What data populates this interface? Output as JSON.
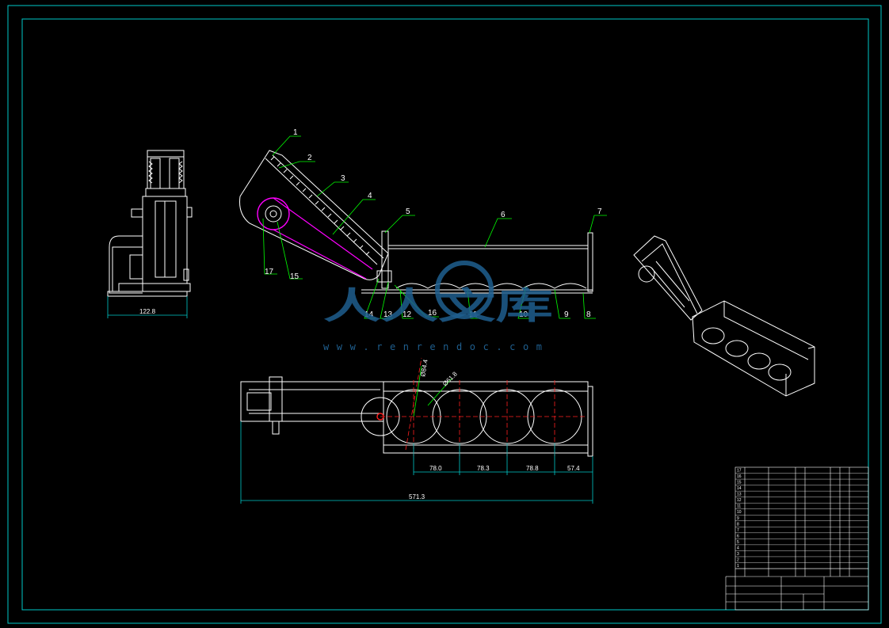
{
  "drawing": {
    "colors": {
      "background": "#000000",
      "frame": "#00c8c8",
      "line": "#ffffff",
      "leader": "#00ff00",
      "center": "#ff2020",
      "highlight": "#ff00ff",
      "watermark": "#1f5f8f"
    },
    "part_numbers": [
      "1",
      "2",
      "3",
      "4",
      "5",
      "6",
      "7",
      "8",
      "9",
      "10",
      "11",
      "12",
      "13",
      "14",
      "15",
      "16",
      "17"
    ],
    "dimensions": {
      "side_width": "122.8",
      "pitch_1": "78.0",
      "pitch_2": "78.3",
      "pitch_3": "78.8",
      "pitch_4": "57.4",
      "overall_length": "571.3",
      "diameter_1": "Ø84.4",
      "diameter_2": "Ø61.8"
    },
    "watermark": {
      "brand": "人人文库",
      "url": "www.renrendoc.com"
    },
    "title_block": {
      "row_numbers": [
        "17",
        "16",
        "15",
        "14",
        "13",
        "12",
        "11",
        "10",
        "9",
        "8",
        "7",
        "6",
        "5",
        "4",
        "3",
        "2",
        "1"
      ]
    }
  }
}
